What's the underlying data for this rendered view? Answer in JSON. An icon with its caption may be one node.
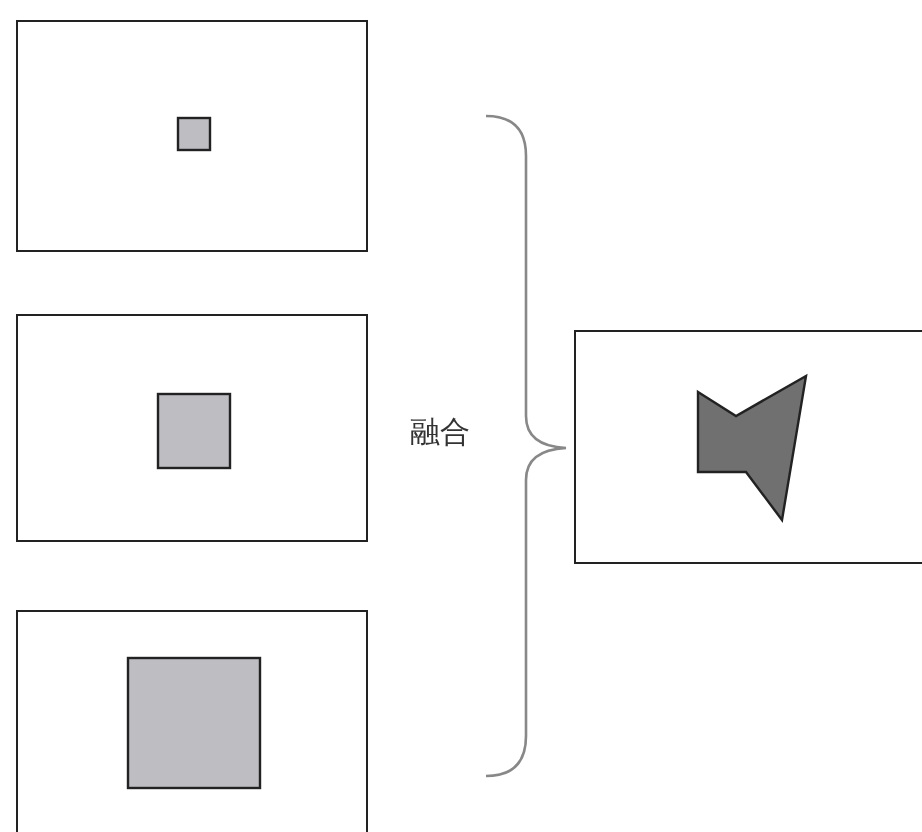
{
  "diagram": {
    "nodes": [
      {
        "text": [],
        "shape": "box"
      },
      {
        "text": [],
        "shape": "box"
      },
      {
        "text": [],
        "shape": "box"
      },
      {
        "text": [],
        "shape": "box"
      }
    ],
    "labels": [
      "融合"
    ]
  }
}
